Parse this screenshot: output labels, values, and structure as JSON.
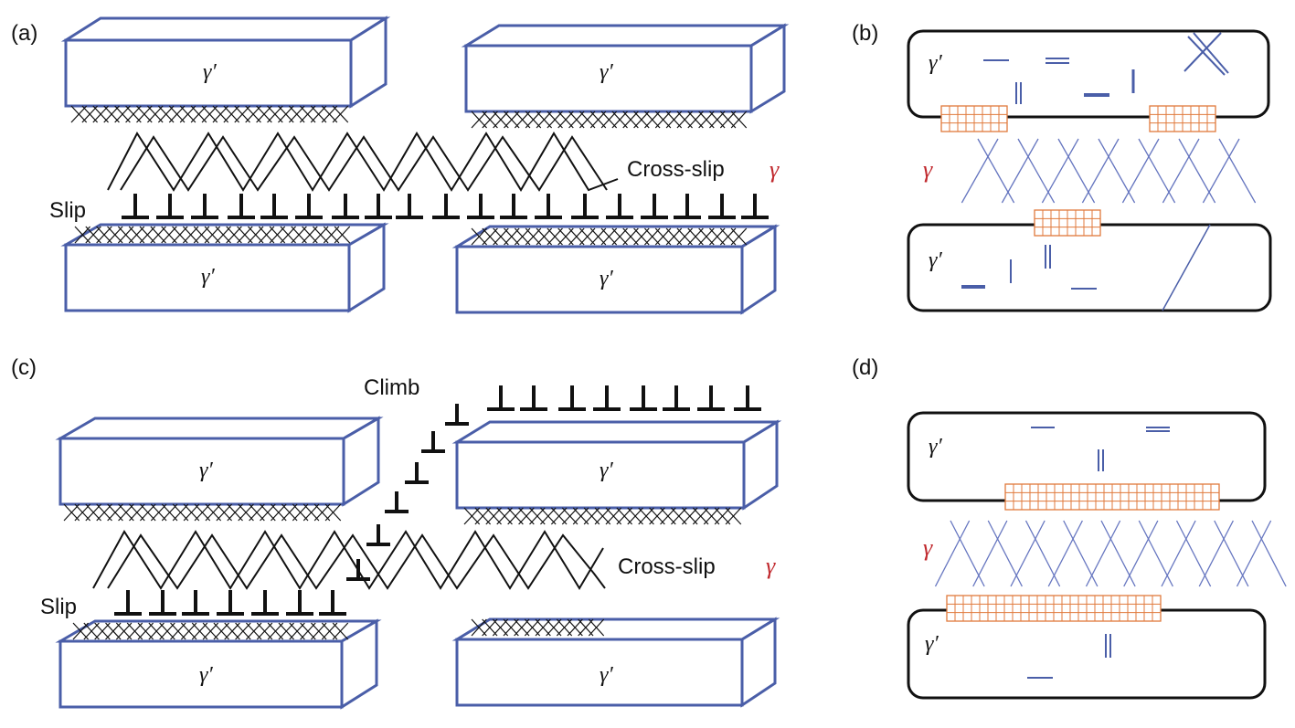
{
  "panels": {
    "a": {
      "label": "(a)",
      "precipitate_label": "γ′",
      "cross_slip_label": "Cross-slip",
      "matrix_label": "γ",
      "slip_label": "Slip"
    },
    "b": {
      "label": "(b)",
      "precipitate_label": "γ′",
      "matrix_label": "γ"
    },
    "c": {
      "label": "(c)",
      "precipitate_label": "γ′",
      "climb_label": "Climb",
      "cross_slip_label": "Cross-slip",
      "matrix_label": "γ",
      "slip_label": "Slip"
    },
    "d": {
      "label": "(d)",
      "precipitate_label": "γ′",
      "matrix_label": "γ"
    }
  },
  "colors": {
    "box_edge": "#4a5ea8",
    "dislocation": "#111111",
    "network_line": "#6676c0",
    "matrix_label": "#c0282d",
    "interface_grid": "#e07a3c"
  }
}
